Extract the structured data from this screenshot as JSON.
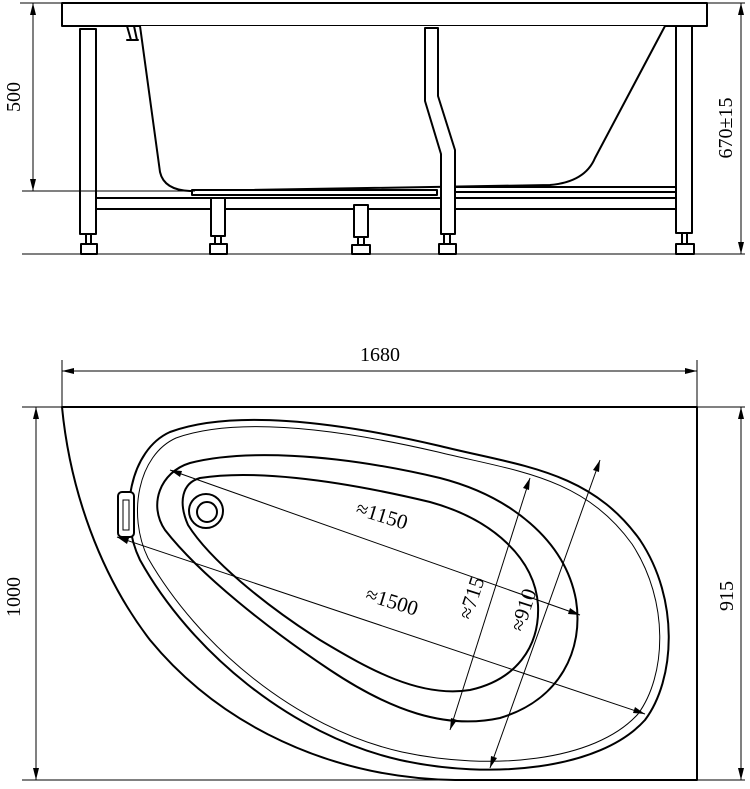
{
  "dimensions": {
    "side_view": {
      "depth": "500",
      "height": "670±15"
    },
    "top_view": {
      "length": "1680",
      "width": "1000",
      "right_side": "915",
      "inner_long": "≈1150",
      "outer_long": "≈1500",
      "inner_width": "≈715",
      "outer_width": "≈910"
    }
  },
  "colors": {
    "line": "#000000",
    "background": "#ffffff"
  }
}
